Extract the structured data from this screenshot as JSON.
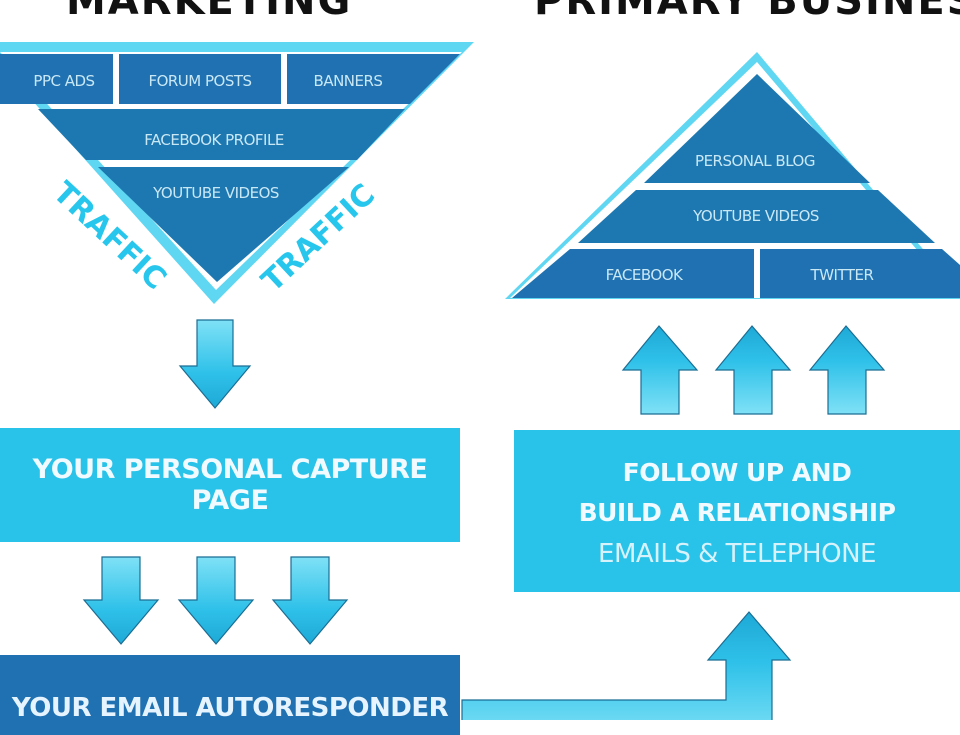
{
  "headers": {
    "left": "MARKETING",
    "right": "PRIMARY BUSINES"
  },
  "funnel": {
    "top_row": [
      "PPC ADS",
      "FORUM POSTS",
      "BANNERS"
    ],
    "middle": "FACEBOOK PROFILE",
    "bottom": "YOUTUBE VIDEOS",
    "side_label_left": "TRAFFIC",
    "side_label_right": "TRAFFIC"
  },
  "pyramid": {
    "top": "PERSONAL BLOG",
    "middle": "YOUTUBE VIDEOS",
    "bottom_row": [
      "FACEBOOK",
      "TWITTER"
    ]
  },
  "capture_page": "YOUR PERSONAL CAPTURE PAGE",
  "follow_up": {
    "line1": "FOLLOW UP AND",
    "line2": "BUILD A RELATIONSHIP",
    "sub": "EMAILS & TELEPHONE"
  },
  "autoresponder": "YOUR EMAIL AUTORESPONDER",
  "colors": {
    "dark_blue": "#1f71b1",
    "medium_blue": "#1d77b0",
    "cyan": "#29c3ea",
    "cyan_light": "#5fd6f2"
  }
}
